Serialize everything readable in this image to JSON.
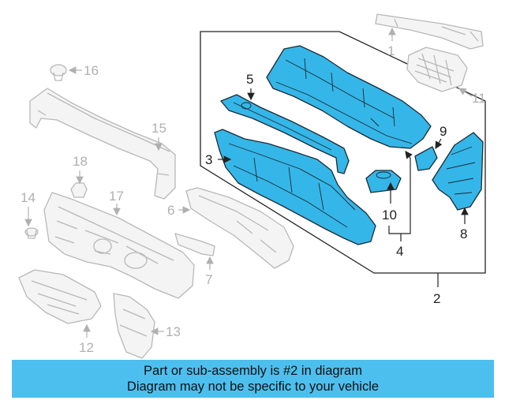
{
  "callouts": {
    "c1": "1",
    "c2": "2",
    "c3": "3",
    "c4": "4",
    "c5": "5",
    "c6": "6",
    "c7": "7",
    "c8": "8",
    "c9": "9",
    "c10": "10",
    "c11": "11",
    "c12": "12",
    "c13": "13",
    "c14": "14",
    "c15": "15",
    "c16": "16",
    "c17": "17",
    "c18": "18"
  },
  "banner": {
    "line1": "Part or sub-assembly is #2 in diagram",
    "line2": "Diagram may not be specific to your vehicle"
  },
  "colors": {
    "highlight": "#35b6e8",
    "banner": "#4dbfef",
    "ghost_lines": "#b8b8b8"
  }
}
